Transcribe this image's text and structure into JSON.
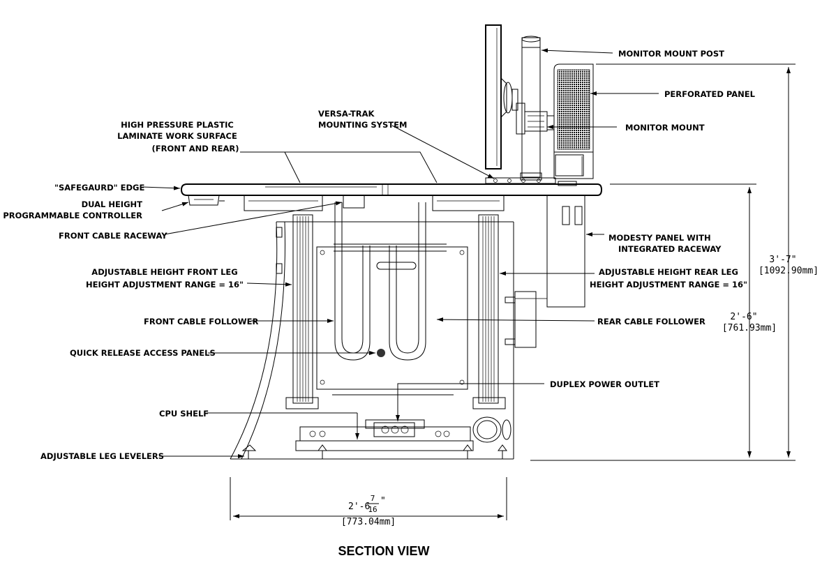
{
  "labels": {
    "monitor_mount_post": "MONITOR MOUNT POST",
    "perforated_panel": "PERFORATED PANEL",
    "monitor_mount": "MONITOR MOUNT",
    "work_surface_1": "HIGH PRESSURE PLASTIC",
    "work_surface_2": "LAMINATE WORK SURFACE",
    "work_surface_3": "(FRONT AND REAR)",
    "versa_trak_1": "VERSA-TRAK",
    "versa_trak_2": "MOUNTING SYSTEM",
    "safeguard_edge": "\"SAFEGAURD\" EDGE",
    "controller_1": "DUAL HEIGHT",
    "controller_2": "PROGRAMMABLE CONTROLLER",
    "front_cable_raceway": "FRONT CABLE RACEWAY",
    "modesty_panel_1": "MODESTY PANEL WITH",
    "modesty_panel_2": "INTEGRATED RACEWAY",
    "front_leg_1": "ADJUSTABLE HEIGHT FRONT LEG",
    "front_leg_2": "HEIGHT ADJUSTMENT RANGE = 16\"",
    "rear_leg_1": "ADJUSTABLE HEIGHT REAR LEG",
    "rear_leg_2": "HEIGHT ADJUSTMENT RANGE = 16\"",
    "front_cable_follower": "FRONT CABLE FOLLOWER",
    "rear_cable_follower": "REAR CABLE FOLLOWER",
    "access_panels": "QUICK RELEASE ACCESS PANELS",
    "duplex_outlet": "DUPLEX POWER OUTLET",
    "cpu_shelf": "CPU SHELF",
    "leg_levelers": "ADJUSTABLE LEG LEVELERS"
  },
  "dimensions": {
    "overall_height": "3'-7\"",
    "overall_height_mm": "[1092.90mm]",
    "surface_height": "2'-6\"",
    "surface_height_mm": "[761.93mm]",
    "depth_whole": "2'-6",
    "depth_num": "7",
    "depth_den": "16",
    "depth_inch": "\"",
    "depth_mm": "[773.04mm]"
  },
  "caption": "SECTION VIEW"
}
